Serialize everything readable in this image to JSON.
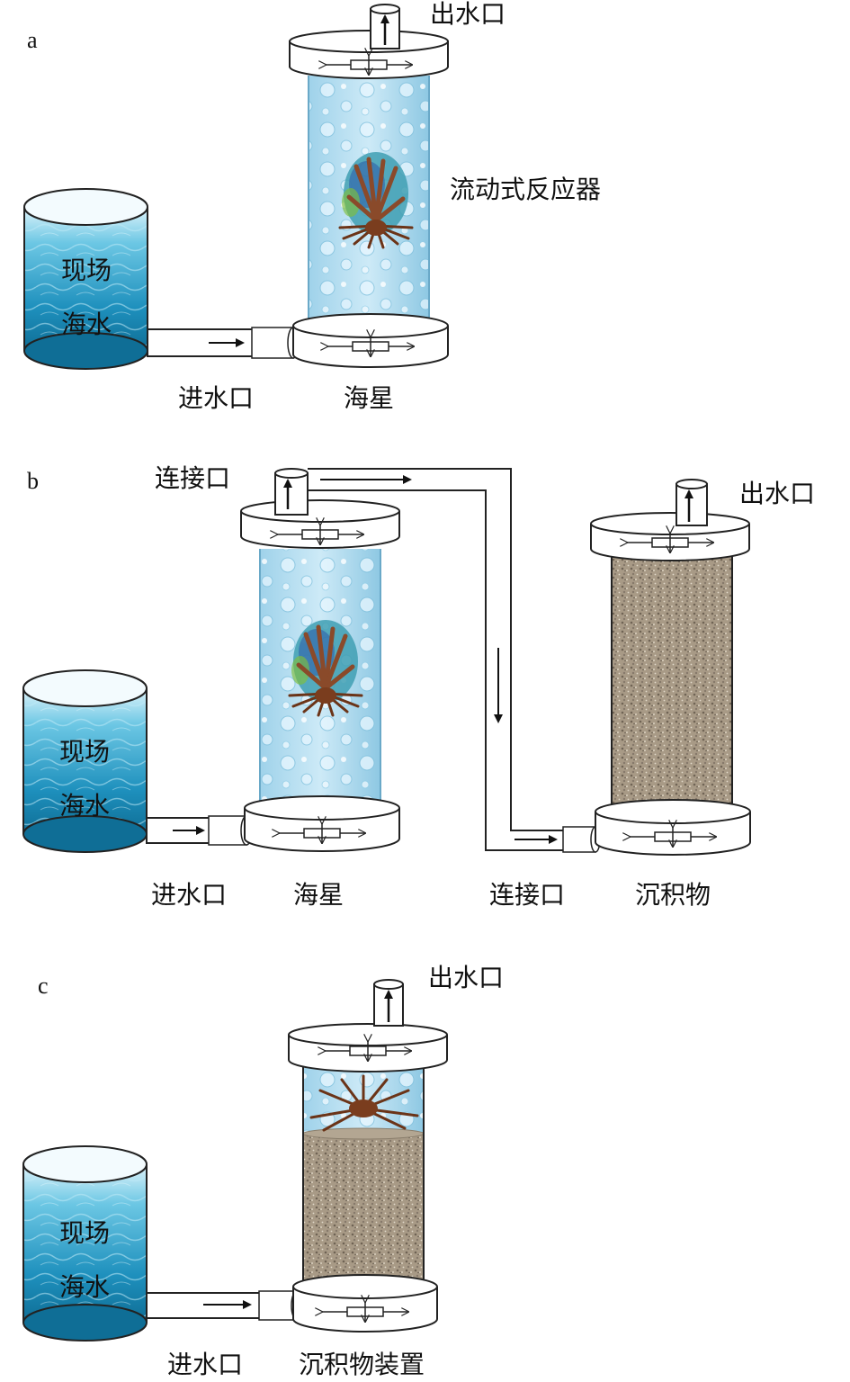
{
  "panels": {
    "a": {
      "letter": "a",
      "outlet": "出水口",
      "reactor": "流动式反应器",
      "tank_line1": "现场",
      "tank_line2": "海水",
      "inlet": "进水口",
      "specimen": "海星"
    },
    "b": {
      "letter": "b",
      "connector_top": "连接口",
      "outlet": "出水口",
      "tank_line1": "现场",
      "tank_line2": "海水",
      "inlet": "进水口",
      "specimen": "海星",
      "connector_bottom": "连接口",
      "sediment": "沉积物"
    },
    "c": {
      "letter": "c",
      "outlet": "出水口",
      "tank_line1": "现场",
      "tank_line2": "海水",
      "inlet": "进水口",
      "device": "沉积物装置"
    }
  }
}
